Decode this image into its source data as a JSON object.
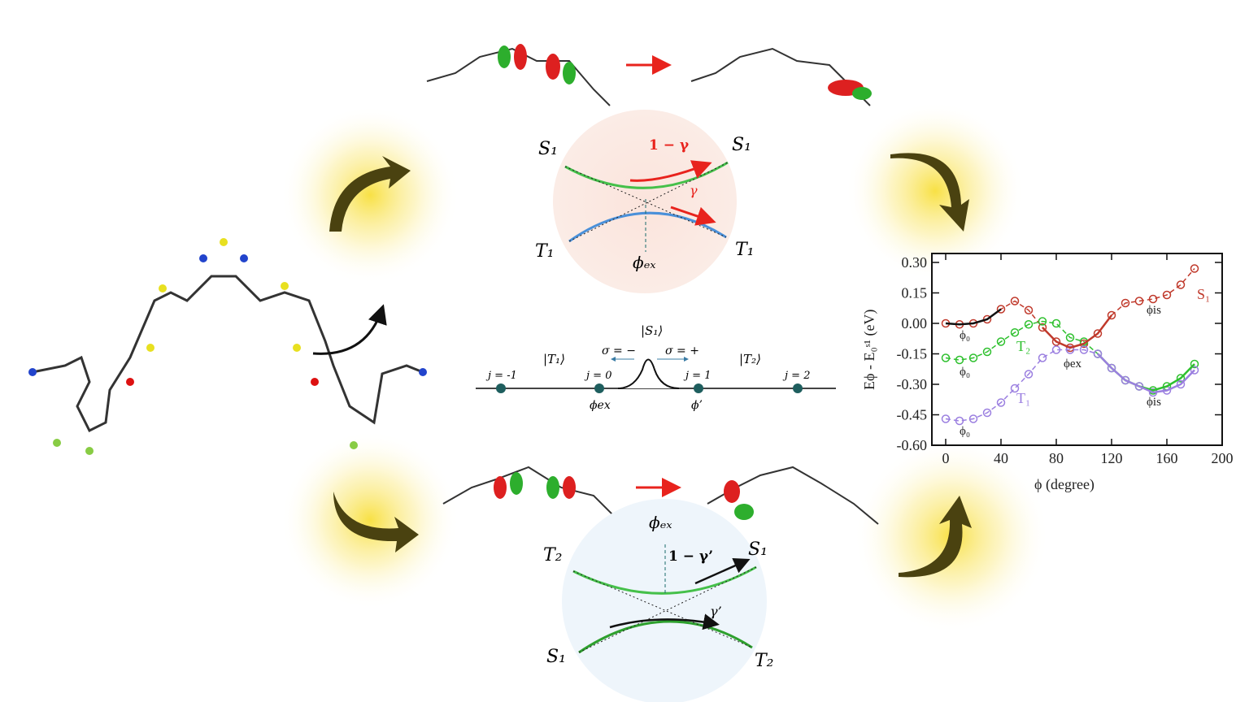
{
  "colors": {
    "glow": "#f5dc3c",
    "arrow_dark": "#4a4210",
    "red": "#e8231d",
    "green": "#45c04a",
    "blue": "#4a90d9",
    "s1": "#c0392b",
    "t2": "#2ec02e",
    "t1": "#9b7fe0"
  },
  "top_crossing": {
    "left_upper": "S₁",
    "right_upper": "S₁",
    "left_lower": "T₁",
    "right_lower": "T₁",
    "prob_major": "1 − γ",
    "prob_minor": "γ",
    "crossing_label": "ϕₑₓ"
  },
  "bottom_crossing": {
    "left_upper": "T₂",
    "right_upper": "S₁",
    "left_lower": "S₁",
    "right_lower": "T₂",
    "prob_major": "1 − γ’",
    "prob_minor": "γ’",
    "crossing_label": "ϕₑₓ"
  },
  "lattice": {
    "s1_state": "|S₁⟩",
    "t1_state": "|T₁⟩",
    "t2_state": "|T₂⟩",
    "sigma_minus": "σ = −",
    "sigma_plus": "σ = +",
    "sites": [
      "j = -1",
      "j = 0",
      "j = 1",
      "j = 2"
    ],
    "phi_ex": "ϕex",
    "phi_prime": "ϕ’"
  },
  "chart_data": {
    "type": "line",
    "xlabel": "ϕ (degree)",
    "ylabel": "Eϕ - E₀ˢ¹ (eV)",
    "xlim": [
      -5,
      200
    ],
    "ylim": [
      -0.6,
      0.33
    ],
    "xticks": [
      "0",
      "40",
      "80",
      "120",
      "160",
      "200"
    ],
    "yticks": [
      "0.30",
      "0.15",
      "0.00",
      "-0.15",
      "-0.30",
      "-0.45",
      "-0.60"
    ],
    "x": [
      0,
      10,
      20,
      30,
      40,
      50,
      60,
      70,
      80,
      90,
      100,
      110,
      120,
      130,
      140,
      150,
      160,
      170,
      180
    ],
    "series": [
      {
        "name": "S1",
        "label": "S₁",
        "color": "#c0392b",
        "values": [
          0.0,
          -0.005,
          0.0,
          0.02,
          0.07,
          0.11,
          0.065,
          -0.02,
          -0.09,
          -0.12,
          -0.1,
          -0.05,
          0.04,
          0.1,
          0.11,
          0.12,
          0.14,
          0.19,
          0.27
        ]
      },
      {
        "name": "T2",
        "label": "T₂",
        "color": "#2ec02e",
        "values": [
          -0.17,
          -0.18,
          -0.17,
          -0.14,
          -0.09,
          -0.045,
          -0.005,
          0.01,
          0.0,
          -0.07,
          -0.09,
          -0.15,
          -0.22,
          -0.28,
          -0.31,
          -0.33,
          -0.31,
          -0.27,
          -0.2
        ]
      },
      {
        "name": "T1",
        "label": "T₁",
        "color": "#9b7fe0",
        "values": [
          -0.47,
          -0.48,
          -0.47,
          -0.44,
          -0.39,
          -0.32,
          -0.25,
          -0.17,
          -0.13,
          -0.13,
          -0.13,
          -0.15,
          -0.22,
          -0.28,
          -0.31,
          -0.34,
          -0.33,
          -0.3,
          -0.23
        ]
      }
    ],
    "annotations": [
      "ϕ₀",
      "ϕ₀",
      "ϕ₀",
      "ϕex",
      "ϕis",
      "ϕis"
    ]
  }
}
